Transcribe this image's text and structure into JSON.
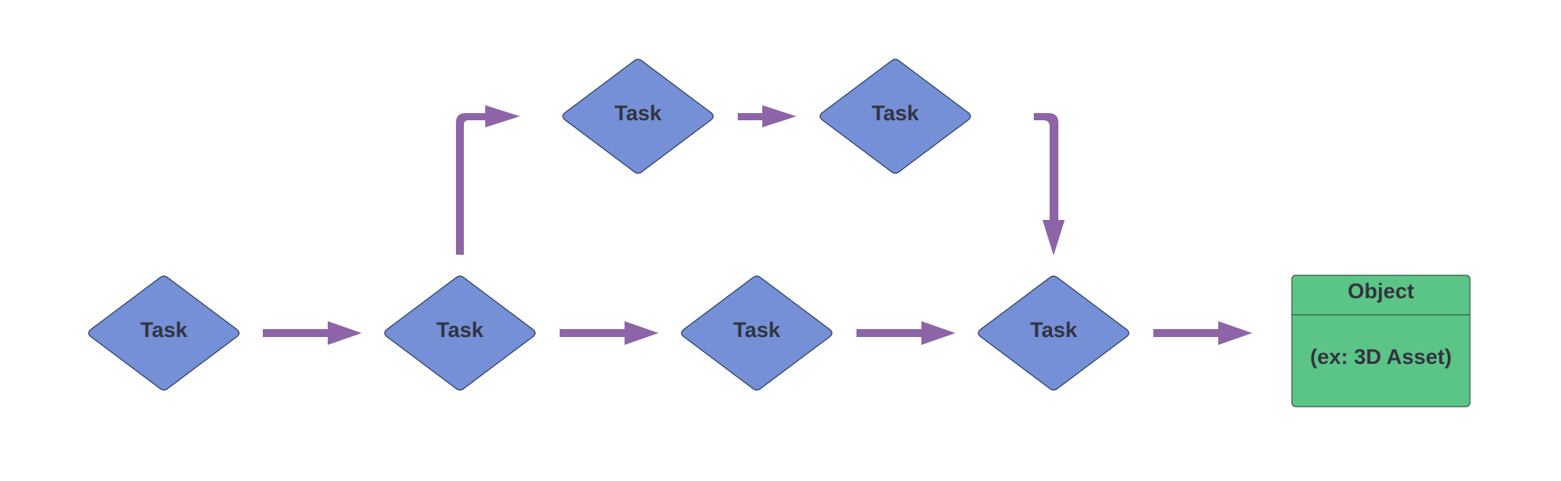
{
  "colors": {
    "task_fill": "#7590d6",
    "arrow": "#8d64a8",
    "object_fill": "#5bc587"
  },
  "tasks": [
    {
      "label": "Task"
    },
    {
      "label": "Task"
    },
    {
      "label": "Task"
    },
    {
      "label": "Task"
    },
    {
      "label": "Task"
    },
    {
      "label": "Task"
    }
  ],
  "object": {
    "title": "Object",
    "body": "(ex: 3D Asset)"
  }
}
